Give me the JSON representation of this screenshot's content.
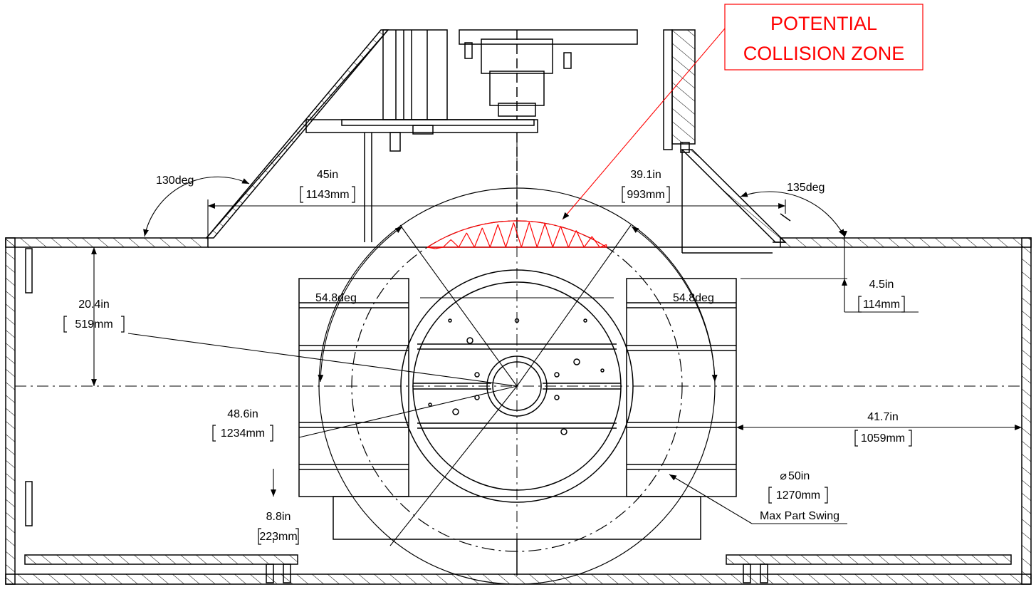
{
  "callout": {
    "line1": "POTENTIAL",
    "line2": "COLLISION ZONE",
    "color": "#ff0000"
  },
  "angles": {
    "left_wall": "130deg",
    "right_wall": "135deg",
    "left_swing": "54.8deg",
    "right_swing": "54.8deg"
  },
  "dimensions": {
    "left_span_in": "45in",
    "left_span_mm": "1143mm",
    "right_span_in": "39.1in",
    "right_span_mm": "993mm",
    "clearance_in": "4.5in",
    "clearance_mm": "114mm",
    "upper_height_in": "20.4in",
    "upper_height_mm": "519mm",
    "radius_in": "48.6in",
    "radius_mm": "1234mm",
    "right_width_in": "41.7in",
    "right_width_mm": "1059mm",
    "lower_height_in": "8.8in",
    "lower_height_mm": "223mm",
    "swing_diameter_in": "50in",
    "swing_diameter_mm": "1270mm",
    "swing_label": "Max Part Swing"
  },
  "colors": {
    "line": "#000000",
    "hatch": "#000000",
    "zone": "#ff0000"
  }
}
